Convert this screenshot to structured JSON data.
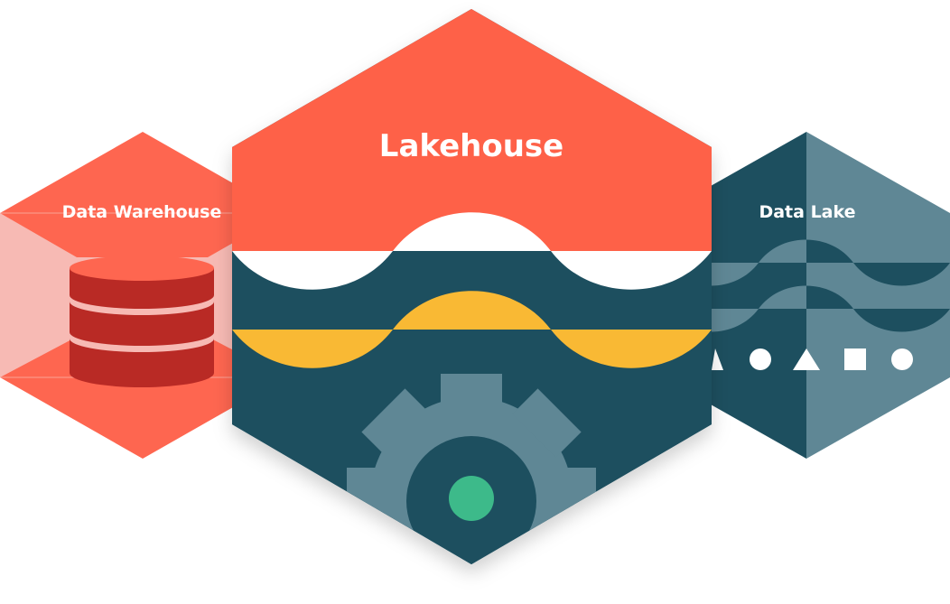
{
  "diagram": {
    "warehouse": {
      "label": "Data Warehouse"
    },
    "lakehouse": {
      "label": "Lakehouse"
    },
    "lake": {
      "label": "Data Lake"
    }
  },
  "colors": {
    "coral": "#fe6148",
    "coral_light": "#f7bab4",
    "brick": "#b92a25",
    "teal_dark": "#1d4f5f",
    "teal_light": "#5f8795",
    "yellow": "#f9b934",
    "green": "#3dba8a",
    "white": "#ffffff"
  },
  "icons": [
    "database-icon",
    "gear-icon",
    "wave-pattern",
    "triangle-icon",
    "circle-icon",
    "square-icon"
  ]
}
